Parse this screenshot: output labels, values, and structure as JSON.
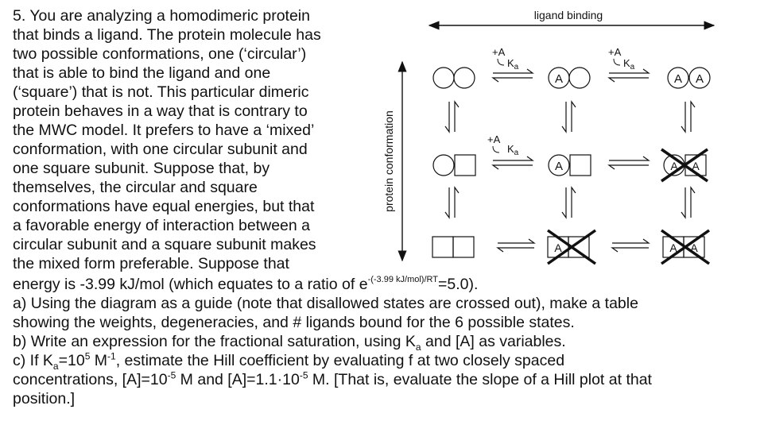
{
  "question": {
    "lines_left": [
      "5. You are analyzing a homodimeric protein",
      "that binds a ligand. The protein molecule has",
      "two possible conformations, one (‘circular’)",
      "that is able to bind the ligand and one",
      "(‘square’) that is not. This particular dimeric",
      "protein behaves in a way that is contrary to",
      "the MWC model. It prefers to have a ‘mixed’",
      "conformation, with one circular subunit and",
      "one square subunit. Suppose that, by",
      "themselves, the circular and square",
      "conformations have equal energies, but that",
      "a favorable energy of interaction between a",
      "circular subunit and a square subunit makes",
      "the mixed form preferable. Suppose that"
    ],
    "energy_line": {
      "before": "energy is -3.99 kJ/mol (which equates to a ratio of e",
      "exponent": "-(-3.99 kJ/mol)/RT",
      "after": "=5.0)."
    },
    "part_a": {
      "line1": "a) Using the diagram as a guide (note that disallowed states are crossed out), make a table",
      "line2": "showing the weights, degeneracies, and # ligands bound for the 6 possible states."
    },
    "part_b": {
      "before": "b) Write an expression for the fractional saturation, using K",
      "sub": "a",
      "after": " and [A] as variables."
    },
    "part_c": {
      "l1_a": "c) If K",
      "l1_sub": "a",
      "l1_b": "=10",
      "l1_sup1": "5",
      "l1_c": " M",
      "l1_sup2": "-1",
      "l1_d": ", estimate the Hill coefficient by evaluating f at two closely spaced",
      "l2_a": "concentrations, [A]=10",
      "l2_sup1": "-5",
      "l2_b": " M and [A]=1.1·10",
      "l2_sup2": "-5",
      "l2_c": " M. [That is, evaluate the slope of a Hill plot at that",
      "line3": "position.]"
    }
  },
  "diagram": {
    "title": "ligand binding",
    "y_axis_label": "protein conformation",
    "plus_a": "+A",
    "ka_main": "K",
    "ka_sub": "a",
    "ligand": "A"
  }
}
